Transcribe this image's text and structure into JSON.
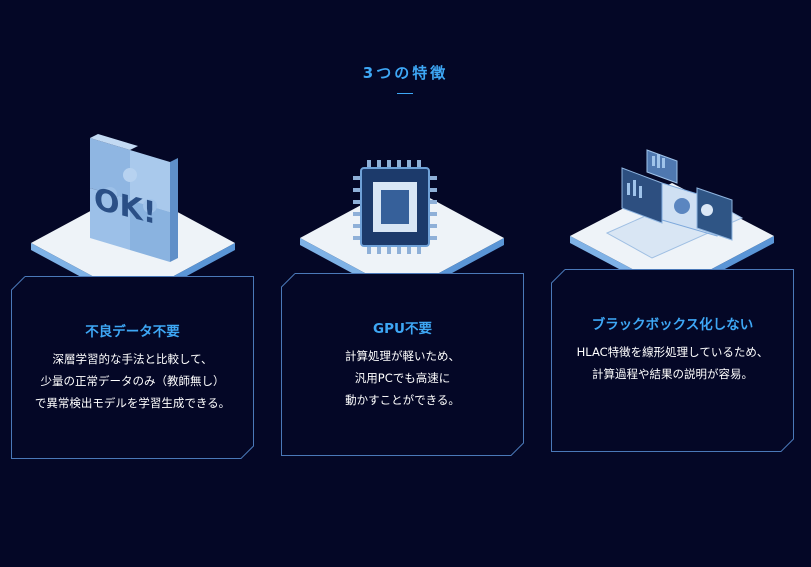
{
  "section": {
    "title": "3つの特徴"
  },
  "features": [
    {
      "title": "不良データ不要",
      "lines": [
        "深層学習的な手法と比較して、",
        "少量の正常データのみ（教師無し）",
        "で異常検出モデルを学習生成できる。"
      ],
      "illustration_text": "OK!"
    },
    {
      "title": "GPU不要",
      "lines": [
        "計算処理が軽いため、",
        "汎用PCでも高速に",
        "動かすことができる。"
      ]
    },
    {
      "title": "ブラックボックス化しない",
      "lines": [
        "HLAC特徴を線形処理しているため、",
        "計算過程や結果の説明が容易。"
      ]
    }
  ],
  "colors": {
    "background": "#040726",
    "accent": "#3ea7f5",
    "card_border": "#4a78b8",
    "platform": "#e8eef5"
  }
}
